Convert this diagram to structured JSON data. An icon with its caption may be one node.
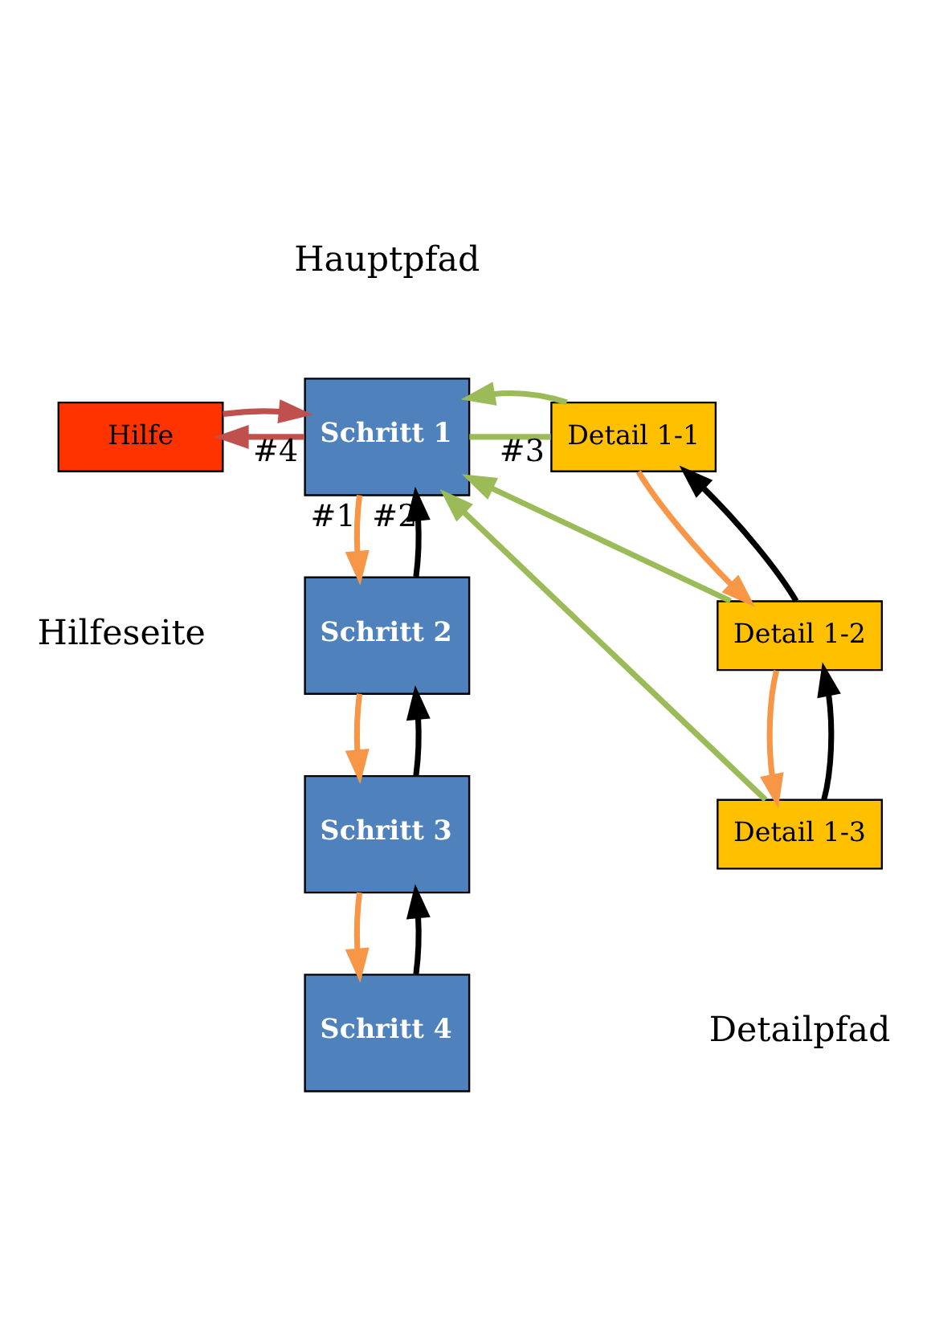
{
  "diagram": {
    "nodes": [
      {
        "text": [
          "Schritt 1"
        ]
      },
      {
        "text": [
          "Schritt 2"
        ]
      },
      {
        "text": [
          "Schritt 3"
        ]
      },
      {
        "text": [
          "Schritt 4"
        ]
      },
      {
        "text": [
          "Hilfe"
        ]
      },
      {
        "text": [
          "Detail 1-1"
        ]
      },
      {
        "text": [
          "Detail 1-2"
        ]
      },
      {
        "text": [
          "Detail 1-3"
        ]
      }
    ],
    "edges": [
      {
        "from": 0,
        "to": 1,
        "arrow": "to",
        "label": "#1",
        "color": "#f79646"
      },
      {
        "from": 1,
        "to": 0,
        "arrow": "to",
        "label": "#2",
        "color": "#000000"
      },
      {
        "from": 1,
        "to": 2,
        "arrow": "to",
        "color": "#f79646"
      },
      {
        "from": 2,
        "to": 1,
        "arrow": "to",
        "color": "#000000"
      },
      {
        "from": 2,
        "to": 3,
        "arrow": "to",
        "color": "#f79646"
      },
      {
        "from": 3,
        "to": 2,
        "arrow": "to",
        "color": "#000000"
      },
      {
        "from": 0,
        "to": 4,
        "arrow": "to",
        "label": "#4",
        "color": "#c0504d"
      },
      {
        "from": 4,
        "to": 0,
        "arrow": "to",
        "color": "#c0504d"
      },
      {
        "from": 5,
        "to": 0,
        "arrow": "none",
        "label": "#3",
        "color": "#9bbb59"
      },
      {
        "from": 5,
        "to": 0,
        "arrow": "to",
        "color": "#9bbb59"
      },
      {
        "from": 6,
        "to": 0,
        "arrow": "to",
        "color": "#9bbb59"
      },
      {
        "from": 7,
        "to": 0,
        "arrow": "to",
        "color": "#9bbb59"
      },
      {
        "from": 5,
        "to": 6,
        "arrow": "to",
        "color": "#f79646"
      },
      {
        "from": 6,
        "to": 5,
        "arrow": "to",
        "color": "#000000"
      },
      {
        "from": 6,
        "to": 7,
        "arrow": "to",
        "color": "#f79646"
      },
      {
        "from": 7,
        "to": 6,
        "arrow": "to",
        "color": "#000000"
      }
    ],
    "labels": [
      "Hauptpfad",
      "Hilfeseite",
      "Detailpfad"
    ]
  }
}
